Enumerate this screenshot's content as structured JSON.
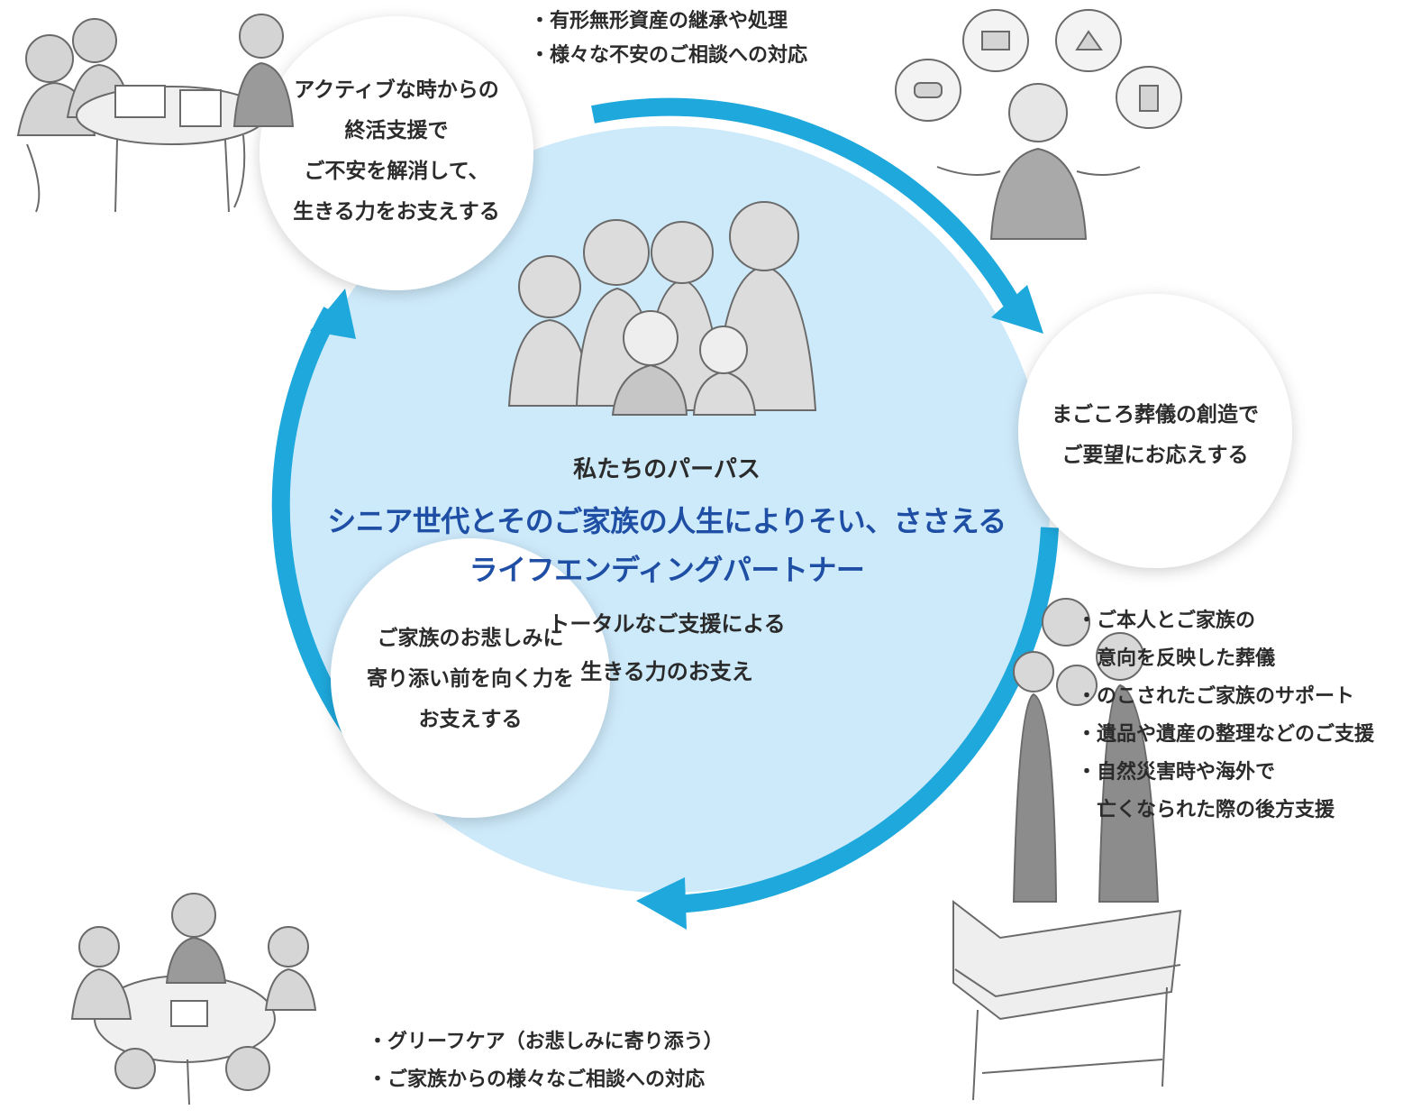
{
  "center": {
    "purpose_label": "私たちのパーパス",
    "mission_line1": "シニア世代とそのご家族の人生によりそい、ささえる",
    "mission_line2": "ライフエンディングパートナー",
    "sub_line1": "トータルなご支援による",
    "sub_line2": "生きる力のお支え"
  },
  "circles": {
    "top_left": [
      "アクティブな時からの",
      "終活支援で",
      "ご不安を解消して、",
      "生きる力をお支えする"
    ],
    "right": [
      "まごころ葬儀の創造で",
      "ご要望にお応えする"
    ],
    "bottom": [
      "ご家族のお悲しみに",
      "寄り添い前を向く力を",
      "お支えする"
    ]
  },
  "bullets": {
    "top": [
      "・有形無形資産の継承や処理",
      "・様々な不安のご相談への対応"
    ],
    "right": [
      "・ご本人とご家族の",
      "　意向を反映した葬儀",
      "・のこされたご家族のサポート",
      "・遺品や遺産の整理などのご支援",
      "・自然災害時や海外で",
      "　亡くなられた際の後方支援"
    ],
    "bottom": [
      "・グリーフケア（お悲しみに寄り添う）",
      "・ご家族からの様々なご相談への対応"
    ]
  },
  "colors": {
    "main_circle": "#cdeafb",
    "arrow": "#1ea8dc",
    "mission_text": "#1f4fa5",
    "illustration_gray": "#c9c9c9"
  },
  "illustrations": [
    "consultation-scene",
    "staff-with-assets",
    "family-group",
    "funeral-scene",
    "grief-care-meeting"
  ]
}
